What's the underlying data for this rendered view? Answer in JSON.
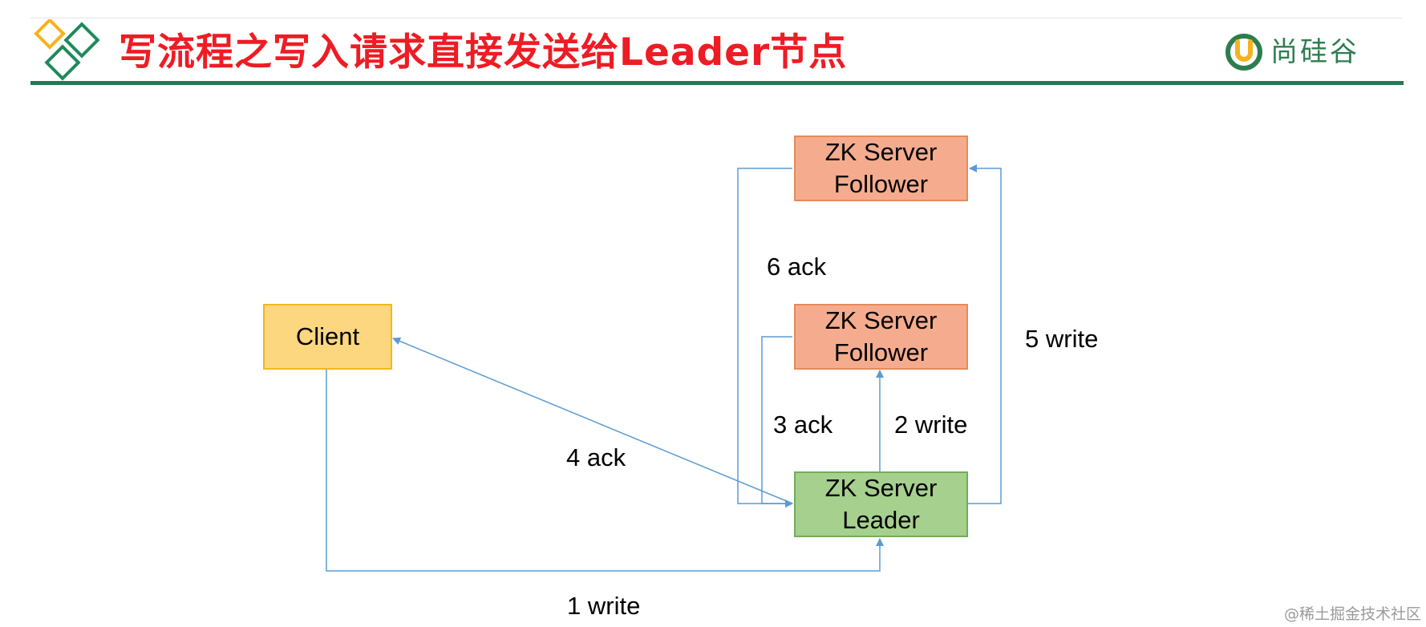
{
  "header": {
    "title": "写流程之写入请求直接发送给Leader节点",
    "brand_text": "尚硅谷",
    "colors": {
      "title": "#ee1c24",
      "rule": "#1f7a55",
      "brand": "#2e7d4f"
    }
  },
  "nodes": {
    "client": {
      "label": "Client",
      "fill": "#fdd680",
      "border": "#f2b81a"
    },
    "follower_top": {
      "line1": "ZK Server",
      "line2": "Follower",
      "fill": "#f5ac8e",
      "border": "#e58a5a"
    },
    "follower_mid": {
      "line1": "ZK Server",
      "line2": "Follower",
      "fill": "#f5ac8e",
      "border": "#e58a5a"
    },
    "leader": {
      "line1": "ZK Server",
      "line2": "Leader",
      "fill": "#a6d08e",
      "border": "#72ad5a"
    }
  },
  "edges": {
    "write_1": "1 write",
    "write_2": "2 write",
    "ack_3": "3 ack",
    "ack_4": "4 ack",
    "write_5": "5 write",
    "ack_6": "6 ack",
    "line_color": "#5b9bd5"
  },
  "watermark": "@稀土掘金技术社区"
}
